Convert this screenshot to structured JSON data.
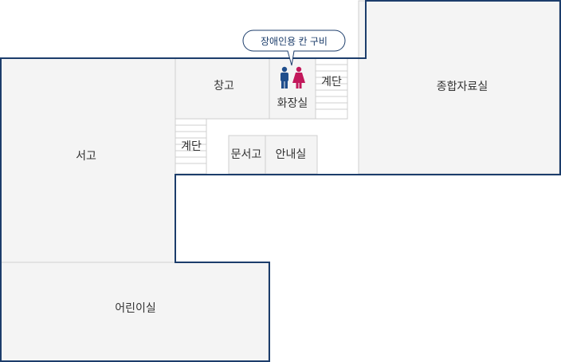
{
  "colors": {
    "wall": "#1c3d6b",
    "room_fill": "#f4f4f4",
    "room_border": "#cfcfcf",
    "male_icon": "#1f4e8c",
    "female_icon": "#c2185b"
  },
  "callout": {
    "text": "장애인용 칸 구비"
  },
  "rooms": {
    "storage": "창고",
    "restroom": "화장실",
    "stairs_upper": "계단",
    "stairs_left": "계단",
    "general_materials": "종합자료실",
    "stacks": "서고",
    "document_stacks": "문서고",
    "information": "안내실",
    "children": "어린이실"
  },
  "icons": [
    "male-restroom-icon",
    "female-restroom-icon"
  ]
}
